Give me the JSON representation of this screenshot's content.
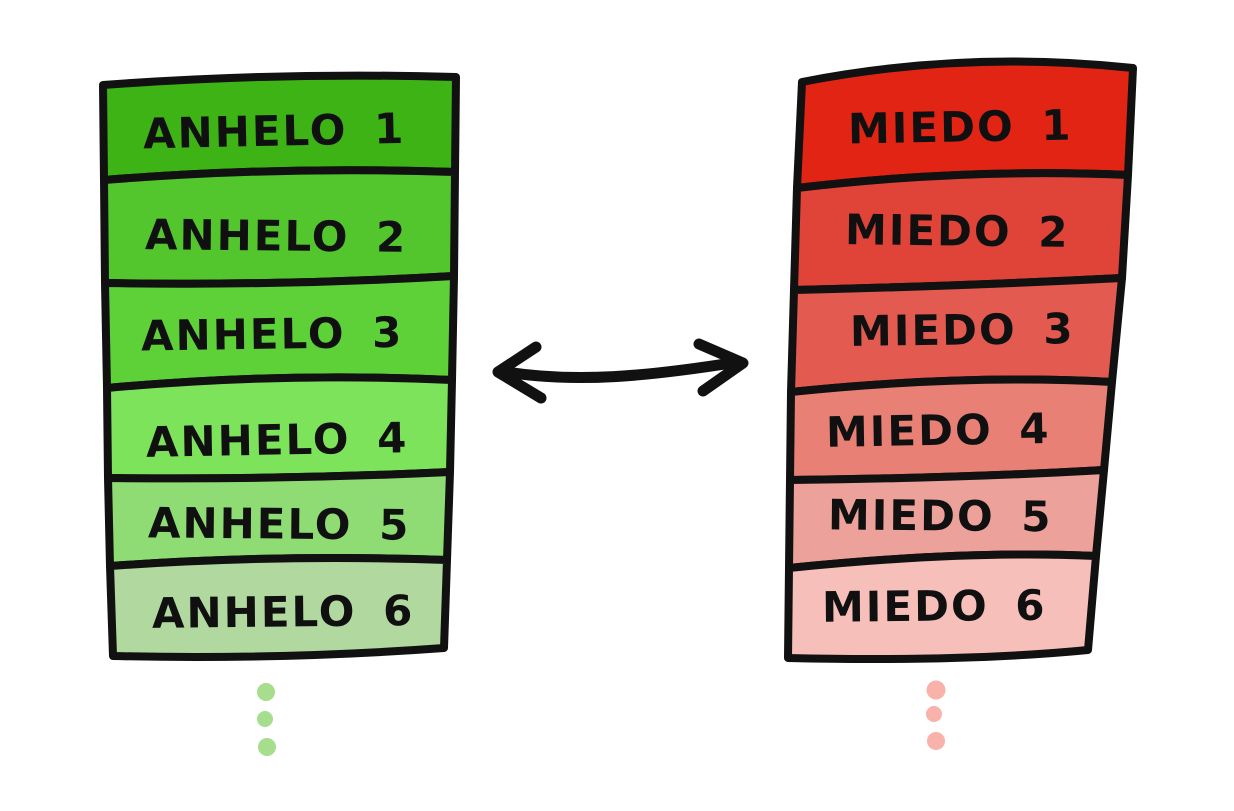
{
  "background": "#ffffff",
  "ink_color": "#111111",
  "left_stack": {
    "name": "anhelos",
    "dots_color": "#a7de8e",
    "rows": [
      {
        "label": "ANHELO 1",
        "color": "#3db315"
      },
      {
        "label": "ANHELO 2",
        "color": "#53c62d"
      },
      {
        "label": "ANHELO 3",
        "color": "#5ed139"
      },
      {
        "label": "ANHELO 4",
        "color": "#7de35a"
      },
      {
        "label": "ANHELO 5",
        "color": "#8fdc74"
      },
      {
        "label": "ANHELO 6",
        "color": "#b1d89f"
      }
    ]
  },
  "right_stack": {
    "name": "miedos",
    "dots_color": "#f9b2aa",
    "rows": [
      {
        "label": "MIEDO 1",
        "color": "#e12414"
      },
      {
        "label": "MIEDO 2",
        "color": "#e04338"
      },
      {
        "label": "MIEDO 3",
        "color": "#e25a50"
      },
      {
        "label": "MIEDO 4",
        "color": "#e88076"
      },
      {
        "label": "MIEDO 5",
        "color": "#eca29a"
      },
      {
        "label": "MIEDO 6",
        "color": "#f6bfb9"
      }
    ]
  },
  "arrow": {
    "direction": "bidirectional"
  }
}
